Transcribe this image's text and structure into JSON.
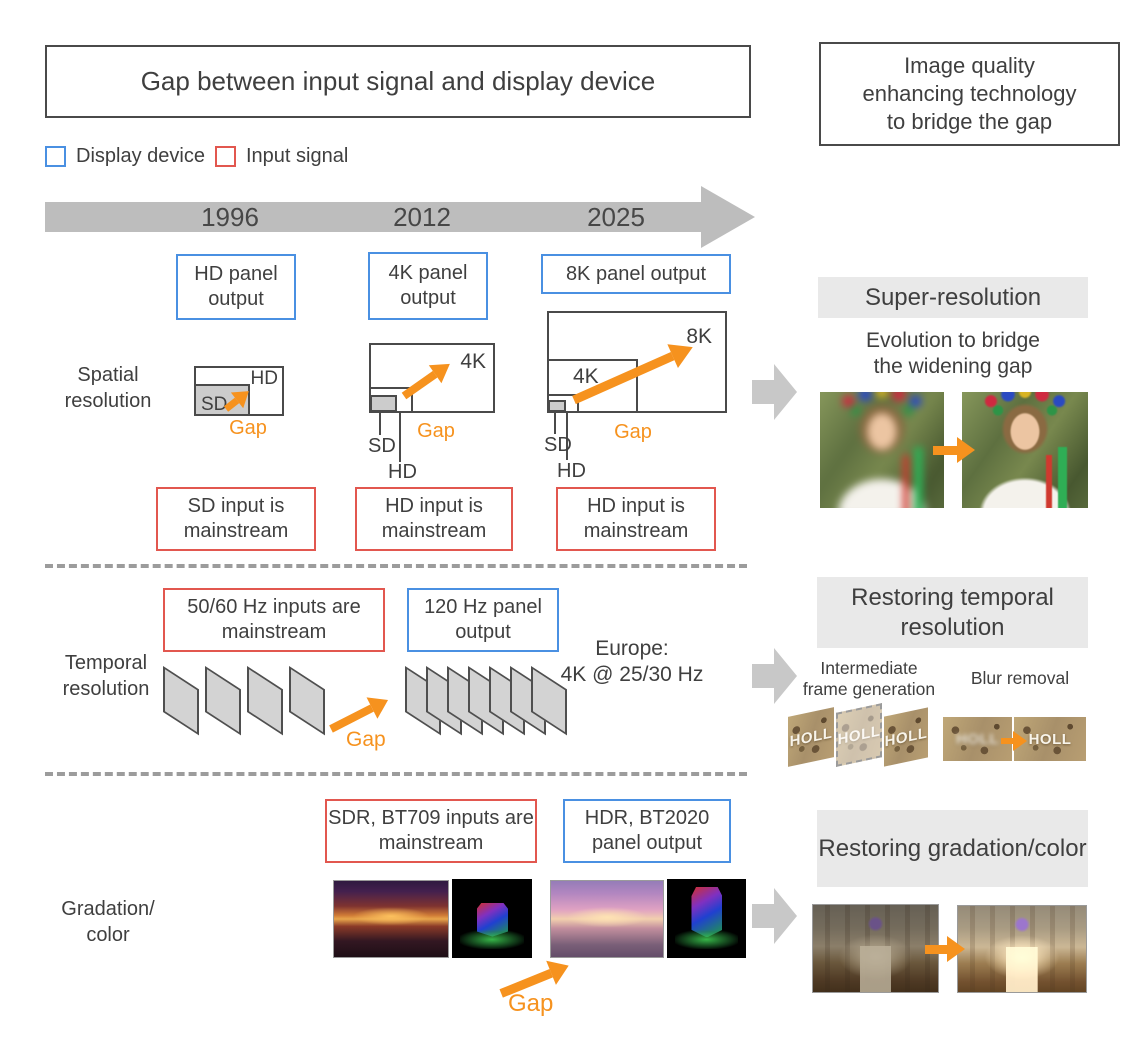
{
  "colors": {
    "orange": "#F6921E",
    "blue": "#4A90E2",
    "red": "#E2574F",
    "gray_arrow": "#C8C8C8",
    "timeline_gray": "#BDBDBD",
    "header_bg": "#E9E9E9",
    "text": "#3F3F3F"
  },
  "title_box": "Gap between input signal and display device",
  "tech_box": {
    "line1": "Image quality",
    "line2": "enhancing technology",
    "line3": "to bridge the gap"
  },
  "legend": {
    "display_device": "Display device",
    "input_signal": "Input signal"
  },
  "timeline": {
    "years": [
      "1996",
      "2012",
      "2025"
    ]
  },
  "spatial": {
    "row_label": "Spatial resolution",
    "panels": {
      "y1996": "HD panel output",
      "y2012": "4K panel output",
      "y2025": "8K panel output"
    },
    "inputs": {
      "y1996": "SD input is mainstream",
      "y2012": "HD input is mainstream",
      "y2025": "HD input is mainstream"
    },
    "diagram": {
      "sd": "SD",
      "hd": "HD",
      "k4": "4K",
      "k8": "8K",
      "gap": "Gap"
    },
    "right": {
      "heading": "Super-resolution",
      "caption1": "Evolution to bridge",
      "caption2": "the widening gap"
    }
  },
  "temporal": {
    "row_label": "Temporal resolution",
    "input_box": "50/60 Hz inputs are mainstream",
    "panel_box": "120 Hz panel output",
    "gap": "Gap",
    "europe1": "Europe:",
    "europe2": "4K @ 25/30 Hz",
    "right": {
      "heading": "Restoring temporal resolution",
      "frame_gen1": "Intermediate",
      "frame_gen2": "frame generation",
      "blur_removal": "Blur removal",
      "sign": "HOLL"
    }
  },
  "gradation": {
    "row_label1": "Gradation/",
    "row_label2": "color",
    "input_box": "SDR, BT709 inputs are mainstream",
    "panel_box": "HDR, BT2020 panel output",
    "gap": "Gap",
    "right": {
      "heading": "Restoring gradation/color"
    }
  }
}
